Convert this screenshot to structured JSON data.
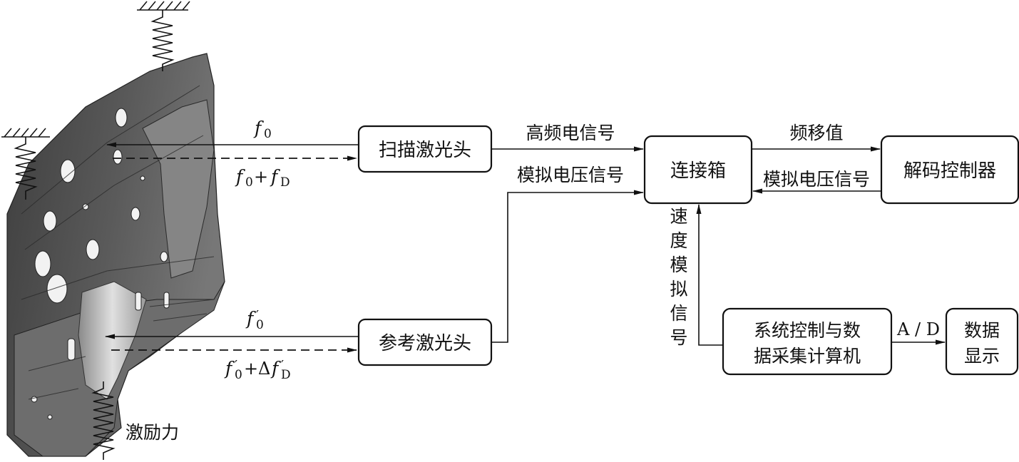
{
  "blocks": {
    "scan_laser": "扫描激光头",
    "ref_laser": "参考激光头",
    "junction_box": "连接箱",
    "decoder": "解码控制器",
    "computer_line1": "系统控制与数",
    "computer_line2": "据采集计算机",
    "display_line1": "数据",
    "display_line2": "显示"
  },
  "edges": {
    "hf_signal": "高频电信号",
    "analog_voltage_a": "模拟电压信号",
    "freq_shift": "频移值",
    "analog_voltage_b": "模拟电压信号",
    "velocity_analog": [
      "速",
      "度",
      "模",
      "拟",
      "信",
      "号"
    ],
    "ad": "A / D"
  },
  "beams": {
    "f0": "f",
    "f0_sub": "0",
    "f0_plus": "+",
    "fD": "f",
    "fD_sub": "D",
    "delta": "Δ",
    "prime": "′"
  },
  "labels": {
    "excitation": "激励力"
  },
  "colors": {
    "panel_dark": "#4a4a4a",
    "panel_mid": "#7a7a7a",
    "panel_light": "#c8c8c8"
  }
}
